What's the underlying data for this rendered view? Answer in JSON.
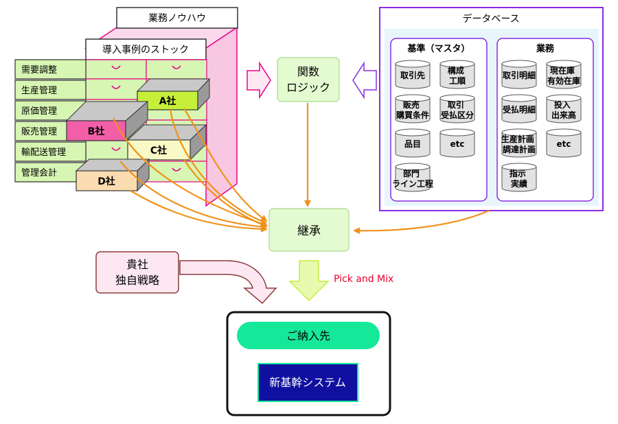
{
  "knowhow": {
    "title": "業務ノウハウ",
    "stock_label": "導入事例のストック",
    "tabs": [
      "需要調整",
      "生産管理",
      "原価管理",
      "販売管理",
      "輸配送管理",
      "管理会計"
    ],
    "companies": {
      "a": "A社",
      "b": "B社",
      "c": "C社",
      "d": "D社"
    }
  },
  "logic": {
    "line1": "関数",
    "line2": "ロジック"
  },
  "database": {
    "title": "データベース",
    "master": {
      "title": "基準（マスタ）",
      "items": [
        "取引先",
        "構成\n工順",
        "販売\n購買条件",
        "取引\n受払区分",
        "品目",
        "etc",
        "部門\nライン工程"
      ]
    },
    "business": {
      "title": "業務",
      "items": [
        "取引明細",
        "現在庫\n有効在庫",
        "受払明細",
        "投入\n出来高",
        "生産計画\n調達計画",
        "etc",
        "指示\n実績"
      ]
    }
  },
  "inherit": {
    "label": "継承"
  },
  "strategy": {
    "line1": "貴社",
    "line2": "独自戦略"
  },
  "pick_mix": "Pick and Mix",
  "customer": {
    "label": "ご納入先",
    "system": "新基幹システム"
  },
  "colors": {
    "green_fill": "#d7f5b3",
    "green_stroke": "#4caf50",
    "pink": "#e8008a",
    "pink_fill": "#ffe8f4",
    "purple": "#8a2be2",
    "orange": "#f0921a",
    "mint": "#16e89a",
    "navy": "#1010a0"
  }
}
